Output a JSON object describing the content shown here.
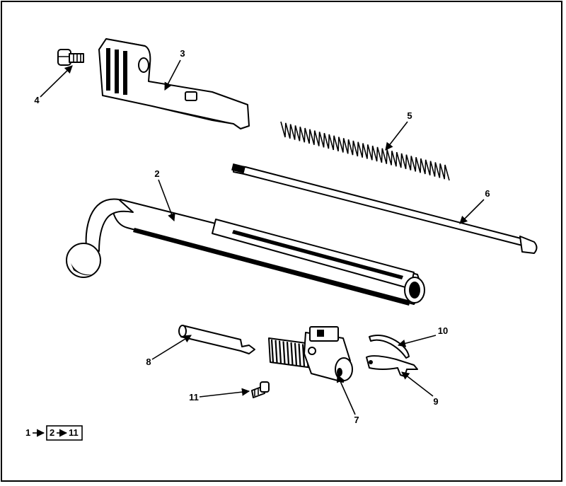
{
  "callouts": {
    "c1": "1",
    "c2": "2",
    "c3": "3",
    "c4": "4",
    "c5": "5",
    "c6": "6",
    "c7": "7",
    "c8": "8",
    "c9": "9",
    "c10": "10",
    "c11": "11"
  },
  "legend": {
    "from": "1",
    "box_from": "2",
    "box_to": "11"
  }
}
